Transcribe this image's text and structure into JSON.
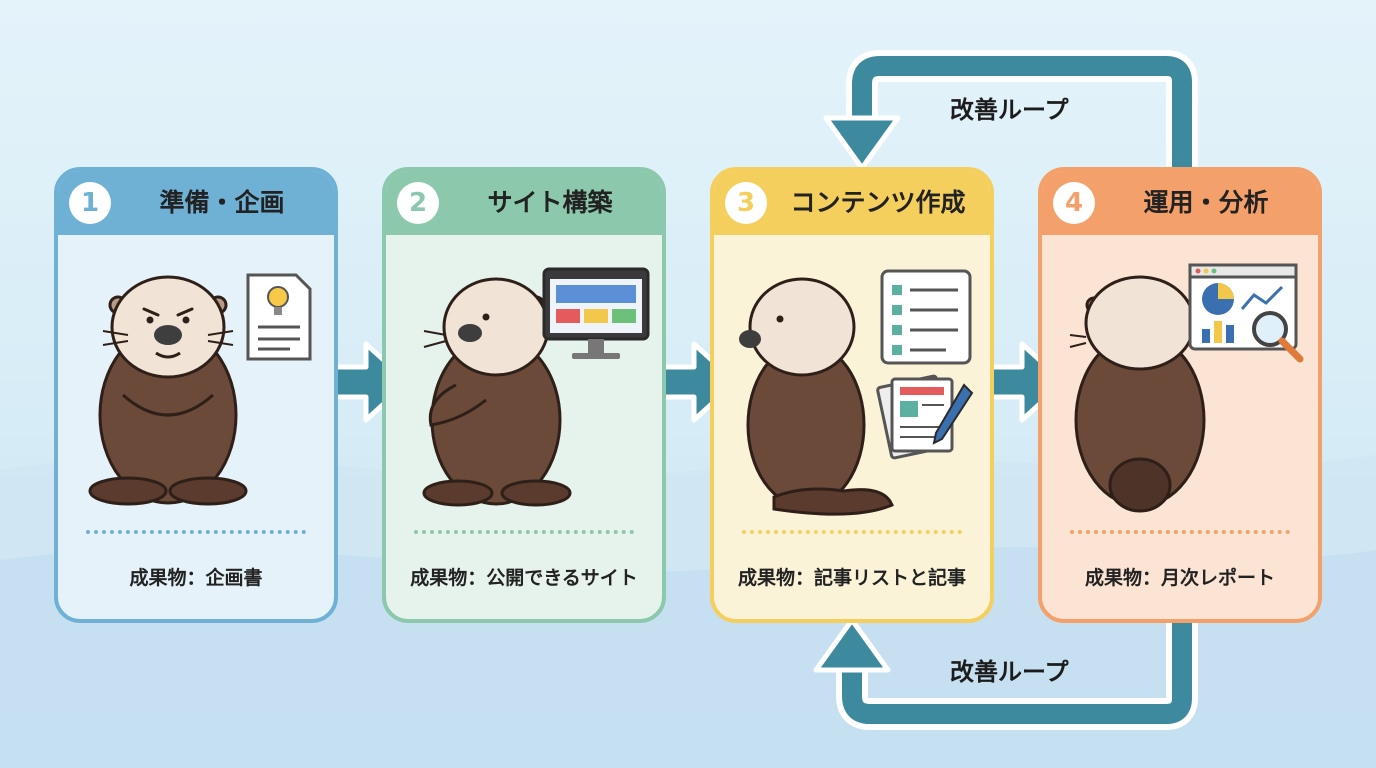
{
  "steps": [
    {
      "number": "1",
      "title": "準備・企画",
      "deliverable": "成果物：企画書",
      "color": "#6fb1d5",
      "bg": "#e5f2fa",
      "icons": [
        "otter-icon",
        "idea-document-icon"
      ]
    },
    {
      "number": "2",
      "title": "サイト構築",
      "deliverable": "成果物：公開できるサイト",
      "color": "#8cc9ac",
      "bg": "#e5f3ec",
      "icons": [
        "otter-icon",
        "monitor-icon"
      ]
    },
    {
      "number": "3",
      "title": "コンテンツ作成",
      "deliverable": "成果物：記事リストと記事",
      "color": "#f5cf5d",
      "bg": "#fbf3d8",
      "icons": [
        "otter-icon",
        "checklist-icon",
        "article-pen-icon"
      ]
    },
    {
      "number": "4",
      "title": "運用・分析",
      "deliverable": "成果物：月次レポート",
      "color": "#f3a06a",
      "bg": "#fce4d4",
      "icons": [
        "otter-icon",
        "analytics-dashboard-icon"
      ]
    }
  ],
  "loops": {
    "top_label": "改善ループ",
    "bottom_label": "改善ループ"
  },
  "colors": {
    "arrow": "#3d8a9e"
  }
}
